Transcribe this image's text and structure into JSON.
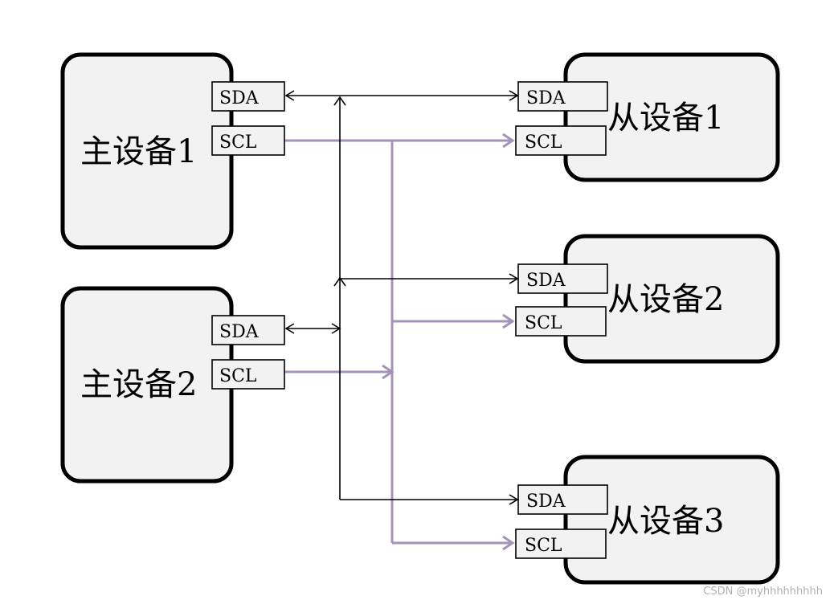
{
  "masters": [
    {
      "name": "主设备1",
      "sda": "SDA",
      "scl": "SCL"
    },
    {
      "name": "主设备2",
      "sda": "SDA",
      "scl": "SCL"
    }
  ],
  "slaves": [
    {
      "name": "从设备1",
      "sda": "SDA",
      "scl": "SCL"
    },
    {
      "name": "从设备2",
      "sda": "SDA",
      "scl": "SCL"
    },
    {
      "name": "从设备3",
      "sda": "SDA",
      "scl": "SCL"
    }
  ],
  "colors": {
    "sda_bus": "#000000",
    "scl_bus": "#a592b8",
    "box_fill": "#f2f2f2"
  },
  "watermark": "CSDN @myhhhhhhhhh"
}
